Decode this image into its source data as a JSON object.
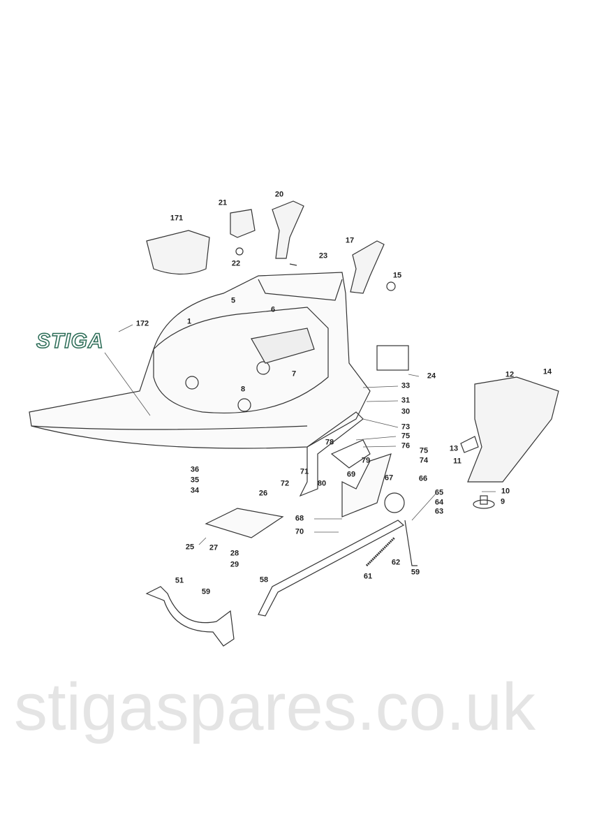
{
  "watermark": "stigaspares.co.uk",
  "logo_text": "STIGA",
  "labels": [
    "171",
    "21",
    "20",
    "17",
    "22",
    "23",
    "15",
    "5",
    "6",
    "1",
    "172",
    "24",
    "7",
    "8",
    "33",
    "12",
    "14",
    "31",
    "30",
    "73",
    "75",
    "76",
    "78",
    "75",
    "74",
    "13",
    "11",
    "71",
    "79",
    "69",
    "67",
    "66",
    "65",
    "64",
    "63",
    "10",
    "9",
    "36",
    "35",
    "34",
    "72",
    "80",
    "26",
    "68",
    "70",
    "25",
    "27",
    "28",
    "29",
    "62",
    "59",
    "61",
    "58",
    "51",
    "59"
  ]
}
